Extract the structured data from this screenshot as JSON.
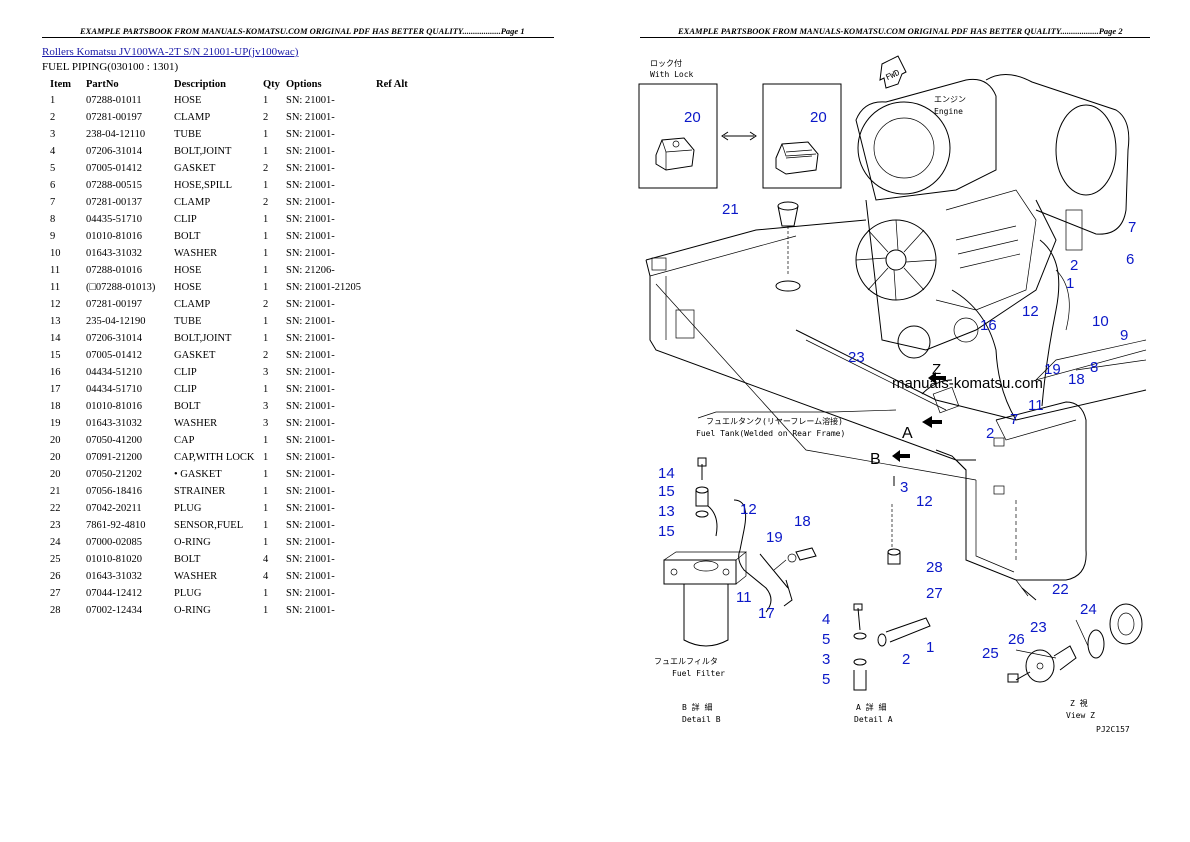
{
  "header": {
    "left": "EXAMPLE PARTSBOOK FROM MANUALS-KOMATSU.COM ORIGINAL PDF HAS BETTER QUALITY..................Page 1",
    "right": "EXAMPLE PARTSBOOK FROM MANUALS-KOMATSU.COM ORIGINAL PDF HAS BETTER QUALITY..................Page 2"
  },
  "title_link": "Rollers Komatsu JV100WA-2T S/N 21001-UP(jv100wac)",
  "subtitle": "FUEL PIPING(030100 : 1301)",
  "columns": [
    "Item",
    "PartNo",
    "Description",
    "Qty",
    "Options",
    "Ref Alt"
  ],
  "rows": [
    [
      "1",
      "07288-01011",
      "HOSE",
      "1",
      "SN: 21001-"
    ],
    [
      "2",
      "07281-00197",
      "CLAMP",
      "2",
      "SN: 21001-"
    ],
    [
      "3",
      "238-04-12110",
      "TUBE",
      "1",
      "SN: 21001-"
    ],
    [
      "4",
      "07206-31014",
      "BOLT,JOINT",
      "1",
      "SN: 21001-"
    ],
    [
      "5",
      "07005-01412",
      "GASKET",
      "2",
      "SN: 21001-"
    ],
    [
      "6",
      "07288-00515",
      "HOSE,SPILL",
      "1",
      "SN: 21001-"
    ],
    [
      "7",
      "07281-00137",
      "CLAMP",
      "2",
      "SN: 21001-"
    ],
    [
      "8",
      "04435-51710",
      "CLIP",
      "1",
      "SN: 21001-"
    ],
    [
      "9",
      "01010-81016",
      "BOLT",
      "1",
      "SN: 21001-"
    ],
    [
      "10",
      "01643-31032",
      "WASHER",
      "1",
      "SN: 21001-"
    ],
    [
      "11",
      "07288-01016",
      "HOSE",
      "1",
      "SN: 21206-"
    ],
    [
      "11",
      "(□07288-01013)",
      "HOSE",
      "1",
      "SN: 21001-21205"
    ],
    [
      "12",
      "07281-00197",
      "CLAMP",
      "2",
      "SN: 21001-"
    ],
    [
      "13",
      "235-04-12190",
      "TUBE",
      "1",
      "SN: 21001-"
    ],
    [
      "14",
      "07206-31014",
      "BOLT,JOINT",
      "1",
      "SN: 21001-"
    ],
    [
      "15",
      "07005-01412",
      "GASKET",
      "2",
      "SN: 21001-"
    ],
    [
      "16",
      "04434-51210",
      "CLIP",
      "3",
      "SN: 21001-"
    ],
    [
      "17",
      "04434-51710",
      "CLIP",
      "1",
      "SN: 21001-"
    ],
    [
      "18",
      "01010-81016",
      "BOLT",
      "3",
      "SN: 21001-"
    ],
    [
      "19",
      "01643-31032",
      "WASHER",
      "3",
      "SN: 21001-"
    ],
    [
      "20",
      "07050-41200",
      "CAP",
      "1",
      "SN: 21001-"
    ],
    [
      "20",
      "07091-21200",
      "CAP,WITH LOCK",
      "1",
      "SN: 21001-"
    ],
    [
      "20",
      "07050-21202",
      "• GASKET",
      "1",
      "SN: 21001-"
    ],
    [
      "21",
      "07056-18416",
      "STRAINER",
      "1",
      "SN: 21001-"
    ],
    [
      "22",
      "07042-20211",
      "PLUG",
      "1",
      "SN: 21001-"
    ],
    [
      "23",
      "7861-92-4810",
      "SENSOR,FUEL",
      "1",
      "SN: 21001-"
    ],
    [
      "24",
      "07000-02085",
      "O-RING",
      "1",
      "SN: 21001-"
    ],
    [
      "25",
      "01010-81020",
      "BOLT",
      "4",
      "SN: 21001-"
    ],
    [
      "26",
      "01643-31032",
      "WASHER",
      "4",
      "SN: 21001-"
    ],
    [
      "27",
      "07044-12412",
      "PLUG",
      "1",
      "SN: 21001-"
    ],
    [
      "28",
      "07002-12434",
      "O-RING",
      "1",
      "SN: 21001-"
    ]
  ],
  "diagram": {
    "with_lock_jp": "ロック付",
    "with_lock": "With Lock",
    "fwd": "FWD",
    "engine_jp": "エンジン",
    "engine": "Engine",
    "fuel_tank_jp": "フュエルタンク(リヤーフレーム溶接)",
    "fuel_tank": "Fuel Tank(Welded on Rear Frame)",
    "fuel_filter_jp": "フュエルフィルタ",
    "fuel_filter": "Fuel Filter",
    "detail_b_jp": "B 詳 細",
    "detail_b": "Detail B",
    "detail_a_jp": "A 詳 細",
    "detail_a": "Detail A",
    "view_z_jp": "Z 視",
    "view_z": "View Z",
    "drawing_no": "PJ2C157",
    "watermark": "manuals-komatsu.com",
    "letter_a": "A",
    "letter_b": "B",
    "letter_z": "Z",
    "labels": {
      "n20a": "20",
      "n20b": "20",
      "n21": "21",
      "n7a": "7",
      "n6": "6",
      "n2a": "2",
      "n1a": "1",
      "n12a": "12",
      "n16": "16",
      "n10": "10",
      "n9": "9",
      "n23a": "23",
      "n8": "8",
      "n19a": "19",
      "n18a": "18",
      "n11a": "11",
      "n7b": "7",
      "n2b": "2",
      "n14": "14",
      "n15a": "15",
      "n13": "13",
      "n15b": "15",
      "n12b": "12",
      "n19b": "19",
      "n18b": "18",
      "n11b": "11",
      "n17": "17",
      "n3a": "3",
      "n12c": "12",
      "n28": "28",
      "n27": "27",
      "n22": "22",
      "n24": "24",
      "n4": "4",
      "n5a": "5",
      "n3b": "3",
      "n5b": "5",
      "n2c": "2",
      "n1b": "1",
      "n26": "26",
      "n23b": "23",
      "n25": "25"
    }
  }
}
